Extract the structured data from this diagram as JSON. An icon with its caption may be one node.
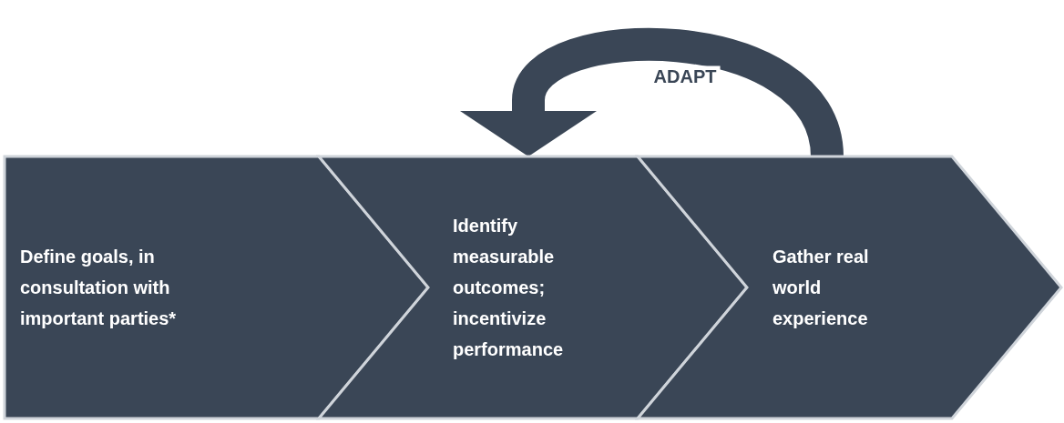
{
  "diagram": {
    "nodes": [
      {
        "text": [
          "Define goals, in consultation with important parties*"
        ]
      },
      {
        "text": [
          "Identify measurable outcomes; incentivize performance"
        ]
      },
      {
        "text": [
          "Gather real world experience"
        ]
      }
    ],
    "edges": [
      {
        "from": 2,
        "to": 1,
        "arrow": "to",
        "label": "ADAPT"
      }
    ]
  }
}
